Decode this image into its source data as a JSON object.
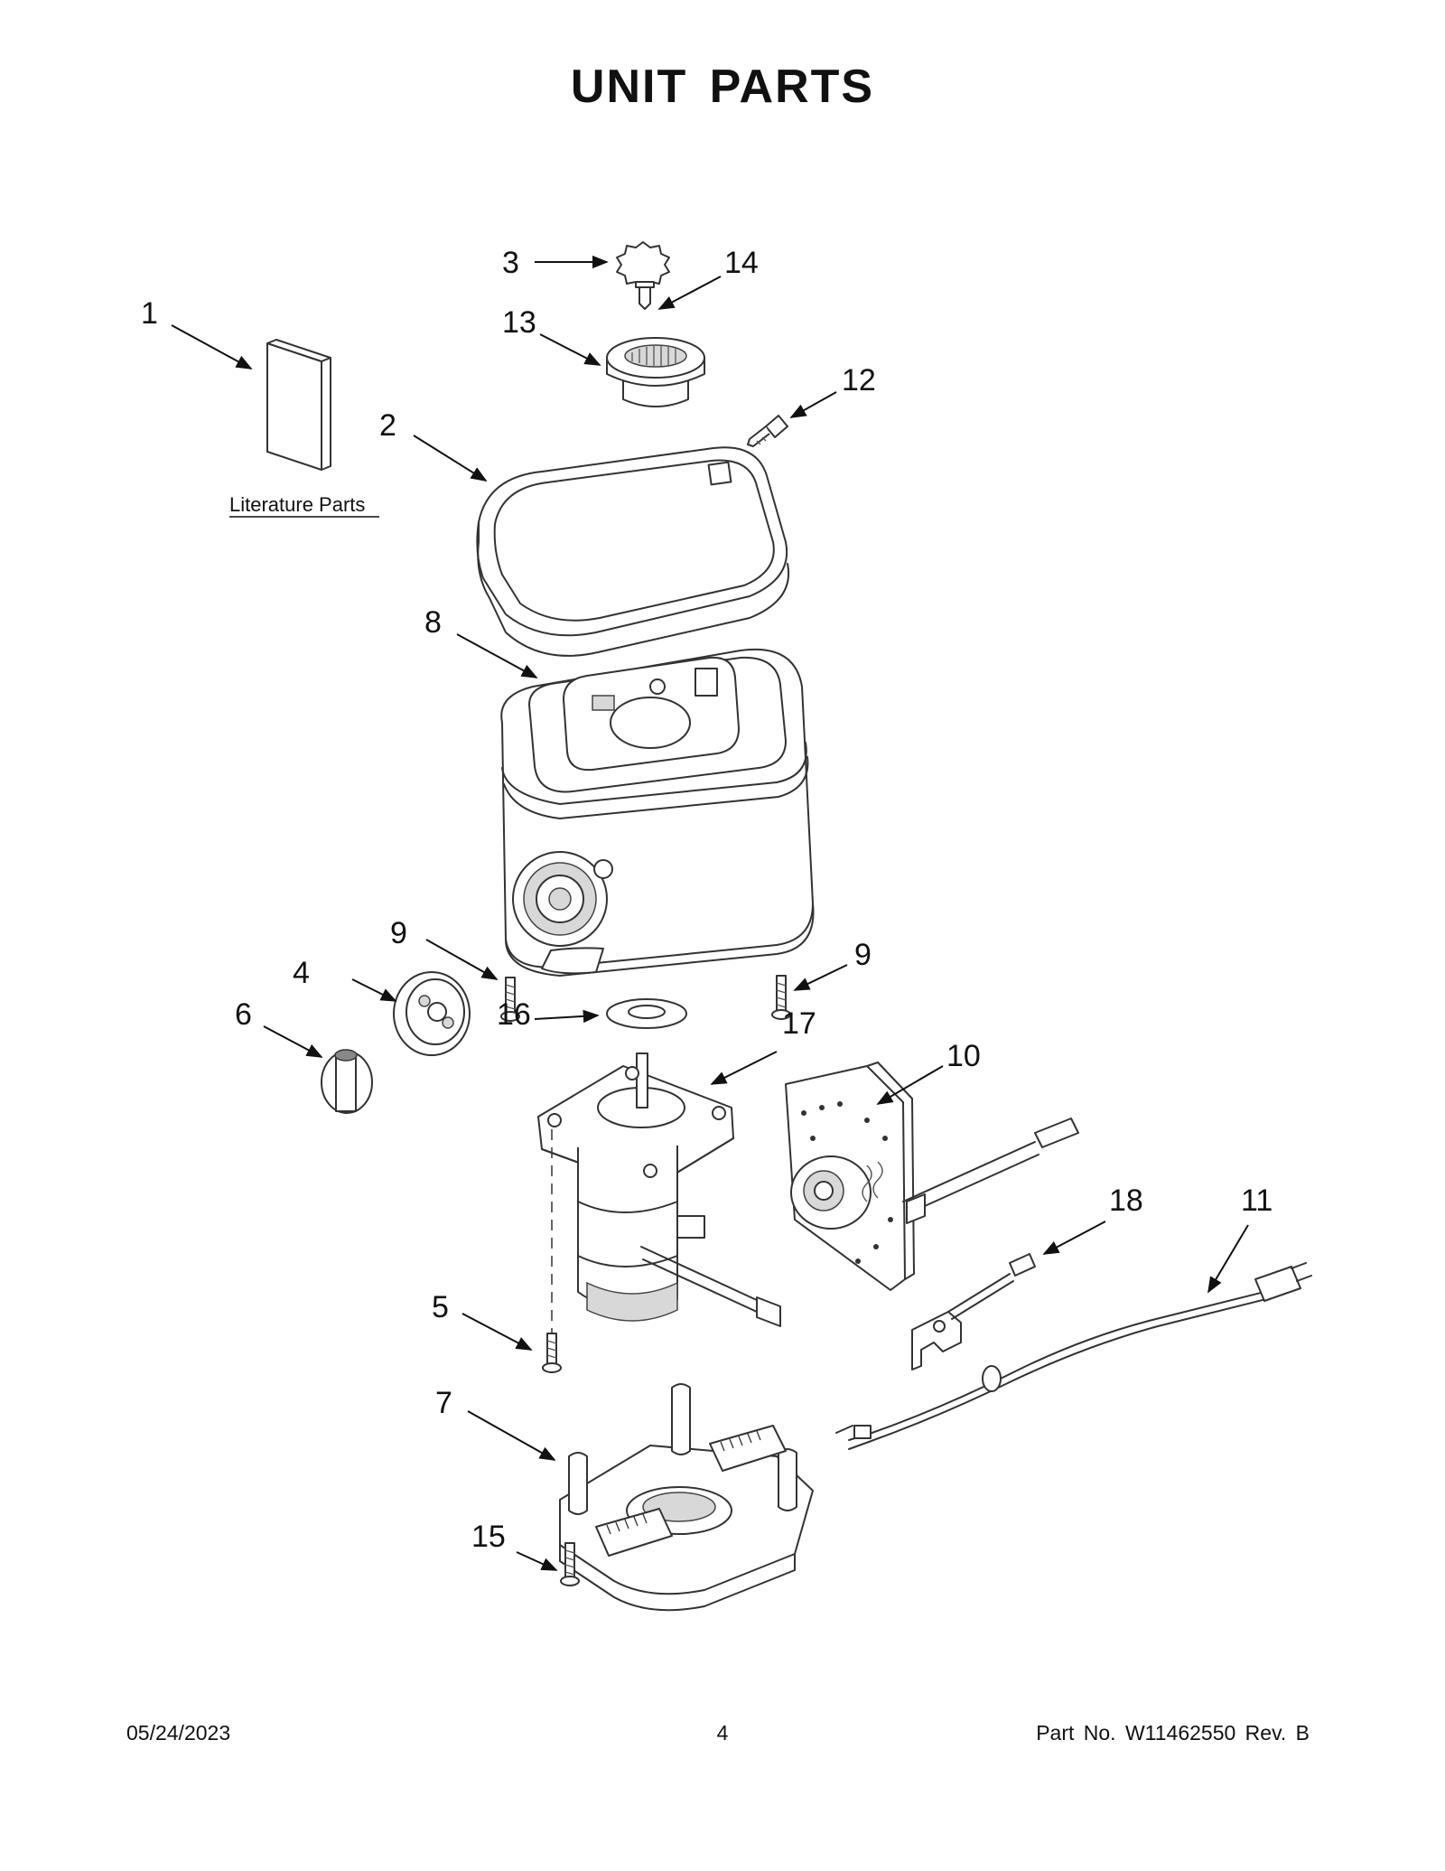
{
  "title": "UNIT PARTS",
  "literature_label": "Literature Parts",
  "callouts": [
    {
      "id": "c1",
      "label": "1"
    },
    {
      "id": "c2",
      "label": "2"
    },
    {
      "id": "c3",
      "label": "3"
    },
    {
      "id": "c4",
      "label": "4"
    },
    {
      "id": "c5",
      "label": "5"
    },
    {
      "id": "c6",
      "label": "6"
    },
    {
      "id": "c7",
      "label": "7"
    },
    {
      "id": "c8",
      "label": "8"
    },
    {
      "id": "c9a",
      "label": "9"
    },
    {
      "id": "c9b",
      "label": "9"
    },
    {
      "id": "c10",
      "label": "10"
    },
    {
      "id": "c11",
      "label": "11"
    },
    {
      "id": "c12",
      "label": "12"
    },
    {
      "id": "c13",
      "label": "13"
    },
    {
      "id": "c14",
      "label": "14"
    },
    {
      "id": "c15",
      "label": "15"
    },
    {
      "id": "c16",
      "label": "16"
    },
    {
      "id": "c17",
      "label": "17"
    },
    {
      "id": "c18",
      "label": "18"
    }
  ],
  "footer": {
    "date": "05/24/2023",
    "page": "4",
    "part_no": "Part No.  W11462550  Rev.  B"
  }
}
